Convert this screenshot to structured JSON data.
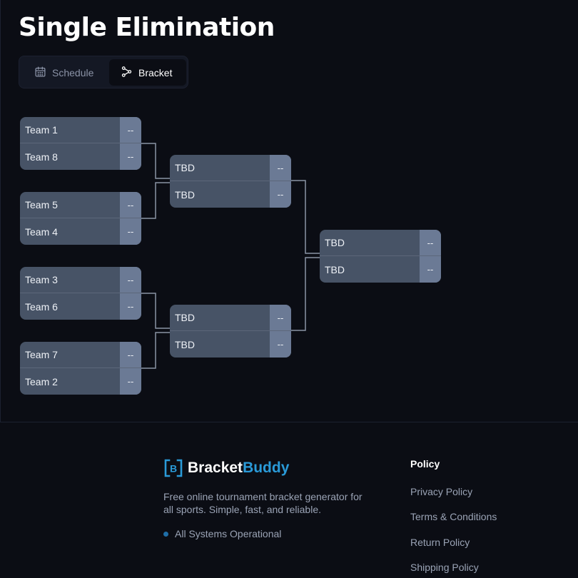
{
  "page": {
    "title": "Single Elimination"
  },
  "tabs": [
    {
      "label": "Schedule",
      "icon": "calendar-icon",
      "active": false
    },
    {
      "label": "Bracket",
      "icon": "bracket-icon",
      "active": true
    }
  ],
  "bracket": {
    "rounds": [
      [
        {
          "top": {
            "name": "Team 1",
            "score": "--"
          },
          "bottom": {
            "name": "Team 8",
            "score": "--"
          }
        },
        {
          "top": {
            "name": "Team 5",
            "score": "--"
          },
          "bottom": {
            "name": "Team 4",
            "score": "--"
          }
        },
        {
          "top": {
            "name": "Team 3",
            "score": "--"
          },
          "bottom": {
            "name": "Team 6",
            "score": "--"
          }
        },
        {
          "top": {
            "name": "Team 7",
            "score": "--"
          },
          "bottom": {
            "name": "Team 2",
            "score": "--"
          }
        }
      ],
      [
        {
          "top": {
            "name": "TBD",
            "score": "--"
          },
          "bottom": {
            "name": "TBD",
            "score": "--"
          }
        },
        {
          "top": {
            "name": "TBD",
            "score": "--"
          },
          "bottom": {
            "name": "TBD",
            "score": "--"
          }
        }
      ],
      [
        {
          "top": {
            "name": "TBD",
            "score": "--"
          },
          "bottom": {
            "name": "TBD",
            "score": "--"
          }
        }
      ]
    ]
  },
  "footer": {
    "brand_part1": "Bracket",
    "brand_part2": "Buddy",
    "brand_letter": "B",
    "tagline": "Free online tournament bracket generator for all sports. Simple, fast, and reliable.",
    "status": "All Systems Operational",
    "policy_heading": "Policy",
    "policy_links": [
      "Privacy Policy",
      "Terms & Conditions",
      "Return Policy",
      "Shipping Policy"
    ]
  },
  "colors": {
    "background": "#0b0d14",
    "match_bg": "#475366",
    "score_bg": "#6b7a95",
    "brand_accent": "#2a9ad8",
    "status_dot": "#1f6ea8"
  }
}
